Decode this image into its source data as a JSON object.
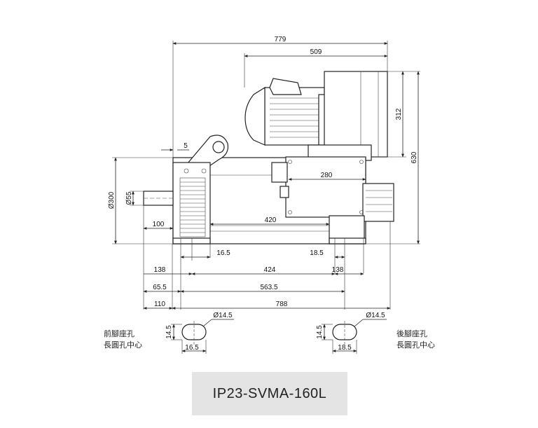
{
  "drawing": {
    "dimensions": {
      "overall_length": "779",
      "motor_length": "509",
      "motor_height": "312",
      "total_height": "630",
      "offset_top": "5",
      "box_width": "280",
      "shaft_dia": "Ø55",
      "body_dia": "Ø300",
      "shaft_length": "100",
      "mid_length": "420",
      "front_slot": "16.5",
      "rear_slot": "18.5",
      "front_138": "138",
      "span_424": "424",
      "rear_138": "138",
      "front_65_5": "65.5",
      "span_563_5": "563.5",
      "front_110": "110",
      "span_788": "788",
      "front_hole_dia": "Ø14.5",
      "front_hole_height": "14.5",
      "front_hole_width": "16.5",
      "rear_hole_dia": "Ø14.5",
      "rear_hole_height": "14.5",
      "rear_hole_width": "18.5"
    },
    "notes": {
      "front_label_line1": "前腳座孔",
      "front_label_line2": "長圓孔中心",
      "rear_label_line1": "後腳座孔",
      "rear_label_line2": "長圓孔中心"
    }
  },
  "model": {
    "name": "IP23-SVMA-160L"
  }
}
